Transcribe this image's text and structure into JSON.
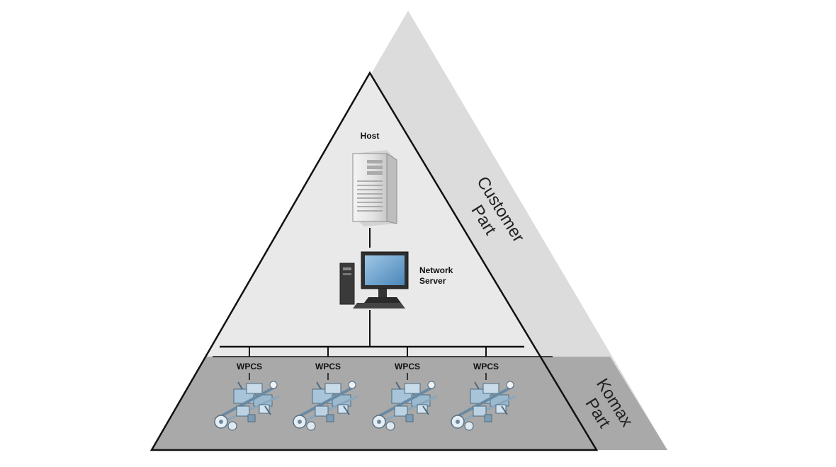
{
  "nodes": {
    "host": {
      "label": "Host"
    },
    "network_server": {
      "label_line1": "Network",
      "label_line2": "Server"
    },
    "wpcs": [
      {
        "label": "WPCS"
      },
      {
        "label": "WPCS"
      },
      {
        "label": "WPCS"
      },
      {
        "label": "WPCS"
      }
    ]
  },
  "regions": {
    "customer": {
      "line1": "Customer",
      "line2": "Part"
    },
    "komax": {
      "line1": "Komax",
      "line2": "Part"
    }
  },
  "colors": {
    "outer_triangle": "#dcdcdc",
    "inner_triangle": "#e9e9e9",
    "komax_band": "#a9a9a9",
    "outline": "#111111"
  }
}
